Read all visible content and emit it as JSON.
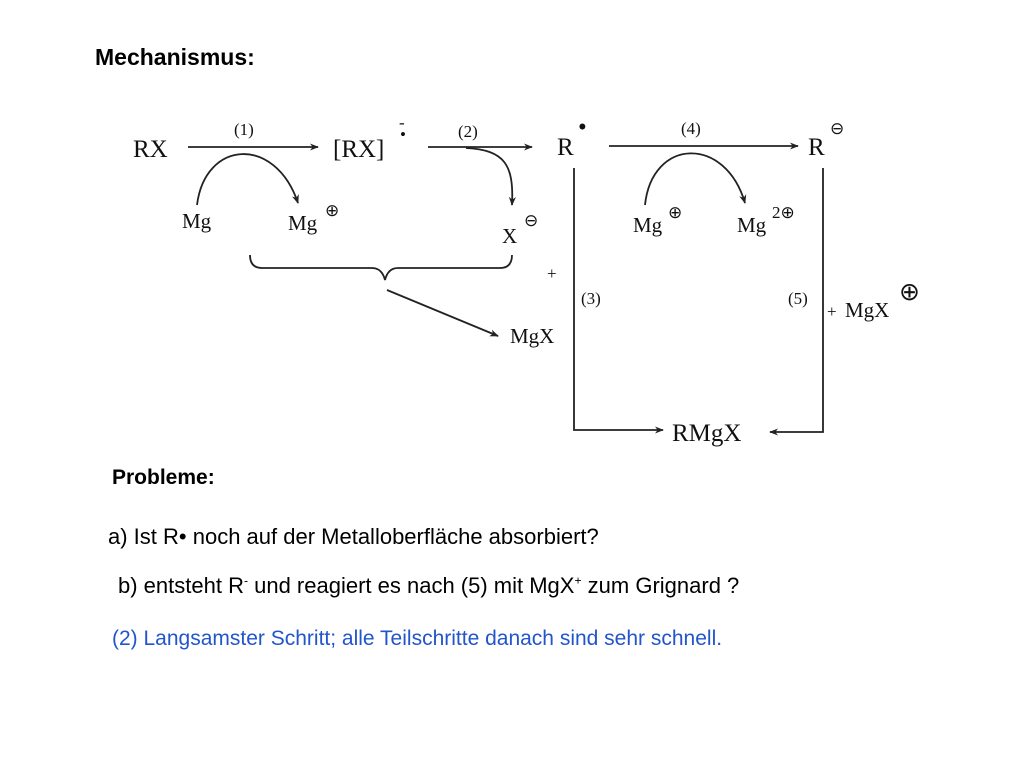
{
  "title": "Mechanismus:",
  "scheme": {
    "species": {
      "rx": "RX",
      "rx_radical_anion": "[RX]",
      "rx_charge": "•",
      "rx_dot": "-",
      "r_radical": "R",
      "r_dot": "•",
      "r_anion": "R",
      "r_anion_charge": "⊖",
      "mg": "Mg",
      "mg_plus": "Mg",
      "mg_plus_charge": "⊕",
      "x_minus": "X",
      "x_minus_charge": "⊖",
      "mg_plus_2": "Mg",
      "mg_plus_2_charge": "⊕",
      "mg_2plus": "Mg",
      "mg_2plus_charge": "2⊕",
      "mgx": "MgX",
      "mgx_plus": "MgX",
      "mgx_plus_charge": "⊕",
      "rmgx": "RMgX"
    },
    "steps": [
      "(1)",
      "(2)",
      "(3)",
      "(4)",
      "(5)"
    ],
    "plus_left": "+",
    "plus_right": "+"
  },
  "problems": {
    "heading": "Probleme:",
    "a_prefix": "a) Ist R",
    "a_dot": "•",
    "a_suffix": " noch auf der Metalloberfläche absorbiert?",
    "b_part1": "b) entsteht R",
    "b_sup1": "-",
    "b_part2": " und reagiert es nach (5) mit MgX",
    "b_sup2": "+",
    "b_part3": " zum Grignard ?"
  },
  "note": "(2) Langsamster Schritt; alle Teilschritte danach sind sehr schnell.",
  "colors": {
    "text": "#000000",
    "note": "#2255cc"
  }
}
